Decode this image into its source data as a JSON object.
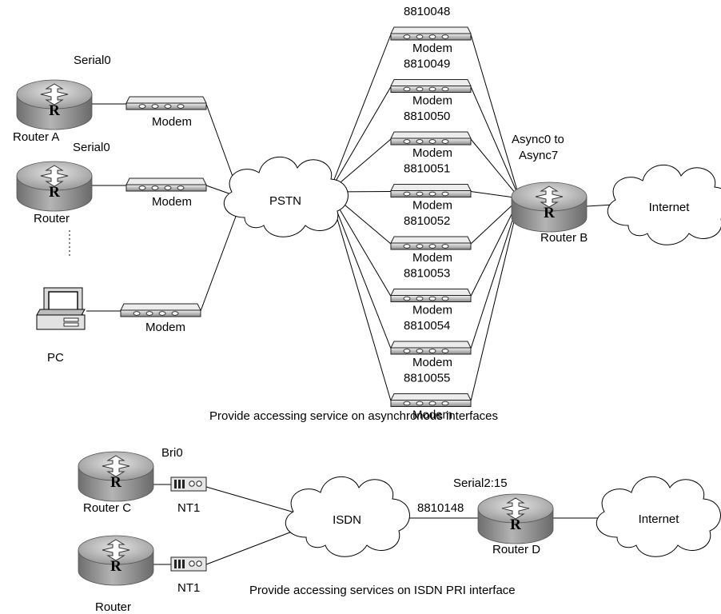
{
  "upper": {
    "caption": "Provide accessing service on asynchronous interfaces",
    "pstn_label": "PSTN",
    "internet_label": "Internet",
    "router_a": {
      "label": "Router A",
      "interface": "Serial0"
    },
    "router_2": {
      "label": "Router",
      "interface": "Serial0"
    },
    "pc_label": "PC",
    "router_b": {
      "label": "Router B",
      "interface_line1": "Async0 to",
      "interface_line2": "Async7"
    },
    "modem_label": "Modem",
    "modem_numbers": [
      "8810048",
      "8810049",
      "8810050",
      "8810051",
      "8810052",
      "8810053",
      "8810054",
      "8810055"
    ],
    "router_glyph": "R"
  },
  "lower": {
    "caption": "Provide accessing services on ISDN PRI interface",
    "isdn_label": "ISDN",
    "internet_label": "Internet",
    "router_c": {
      "label": "Router C",
      "interface": "Bri0"
    },
    "router_4": {
      "label": "Router"
    },
    "nt1_label": "NT1",
    "router_d": {
      "label": "Router D",
      "interface": "Serial2:15",
      "number": "8810148"
    }
  }
}
